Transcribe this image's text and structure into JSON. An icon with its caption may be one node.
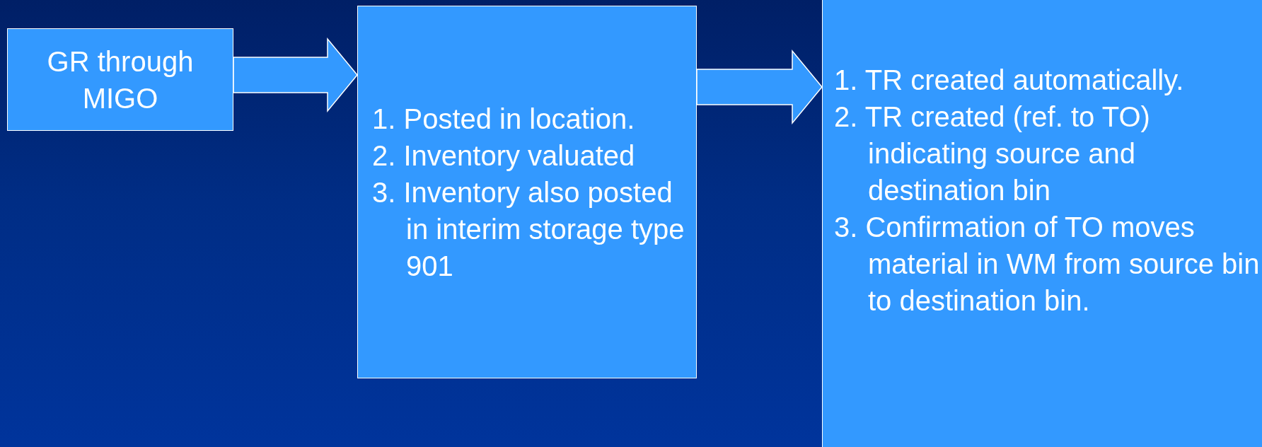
{
  "diagram": {
    "nodes": [
      {
        "text": [
          "GR through MIGO"
        ]
      },
      {
        "text": [
          "1. Posted in location.",
          "2. Inventory valuated",
          "3. Inventory also posted in interim storage type 901"
        ]
      },
      {
        "text": [
          "1. TR created automatically.",
          "2. TR created (ref. to TO) indicating source and destination bin",
          "3. Confirmation of TO moves material in WM from source bin to destination bin."
        ]
      }
    ],
    "edges": [
      {
        "from": 0,
        "to": 1,
        "arrow": "to"
      },
      {
        "from": 1,
        "to": 2,
        "arrow": "to"
      }
    ]
  }
}
